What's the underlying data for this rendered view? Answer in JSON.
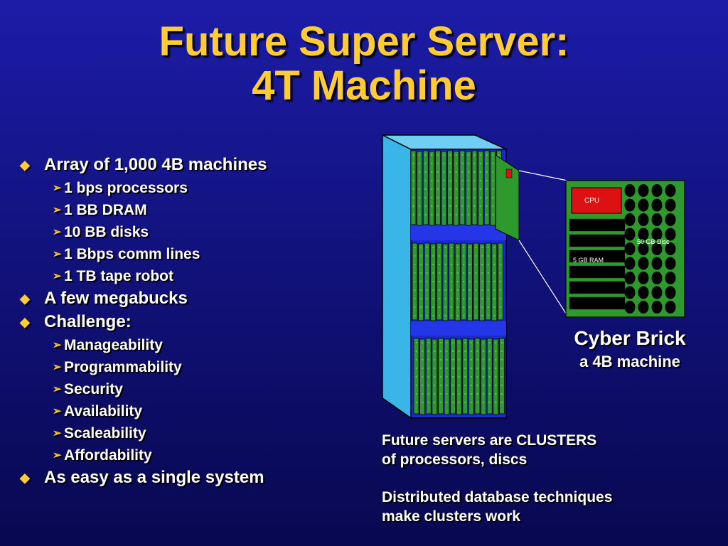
{
  "title": {
    "line1": "Future Super Server:",
    "line2": "4T Machine"
  },
  "bullets": [
    {
      "text": "Array of 1,000 4B machines",
      "sub": [
        "1 bps processors",
        "1 BB DRAM",
        "10 BB disks",
        "1 Bbps comm lines",
        "1 TB tape robot"
      ]
    },
    {
      "text": "A few megabucks",
      "sub": []
    },
    {
      "text": "Challenge:",
      "sub": [
        "Manageability",
        "Programmability",
        "Security",
        "Availability",
        "Scaleability",
        "Affordability"
      ]
    },
    {
      "text": "As easy as a single system",
      "sub": []
    }
  ],
  "brick": {
    "cpu": "CPU",
    "disc": "50 GB Disc",
    "ram": "5 GB RAM",
    "name": "Cyber Brick",
    "desc": "a 4B machine"
  },
  "notes": {
    "p1_line1": "Future servers are CLUSTERS",
    "p1_line2": "of processors, discs",
    "p2_line1": "Distributed database techniques",
    "p2_line2": "make clusters work"
  },
  "colors": {
    "title": "#ffcc33",
    "bullet": "#ffcc33",
    "board": "#2e9a2e",
    "rack": "#39b8e6",
    "cpu": "#dd1111"
  }
}
